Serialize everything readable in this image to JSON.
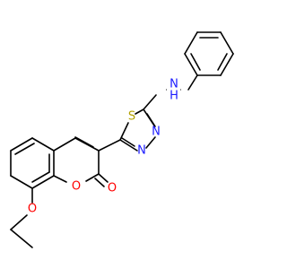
{
  "diagram": {
    "type": "chemical-structure",
    "atom_labels": {
      "nh": "N",
      "h": "H",
      "s": "S",
      "n1": "N",
      "n2": "N",
      "o_ring": "O",
      "o_carbonyl": "O",
      "o_ether": "O"
    },
    "colors": {
      "bond": "#000000",
      "nitrogen": "#1a1aff",
      "sulfur": "#b3a100",
      "oxygen": "#ff0000"
    }
  }
}
